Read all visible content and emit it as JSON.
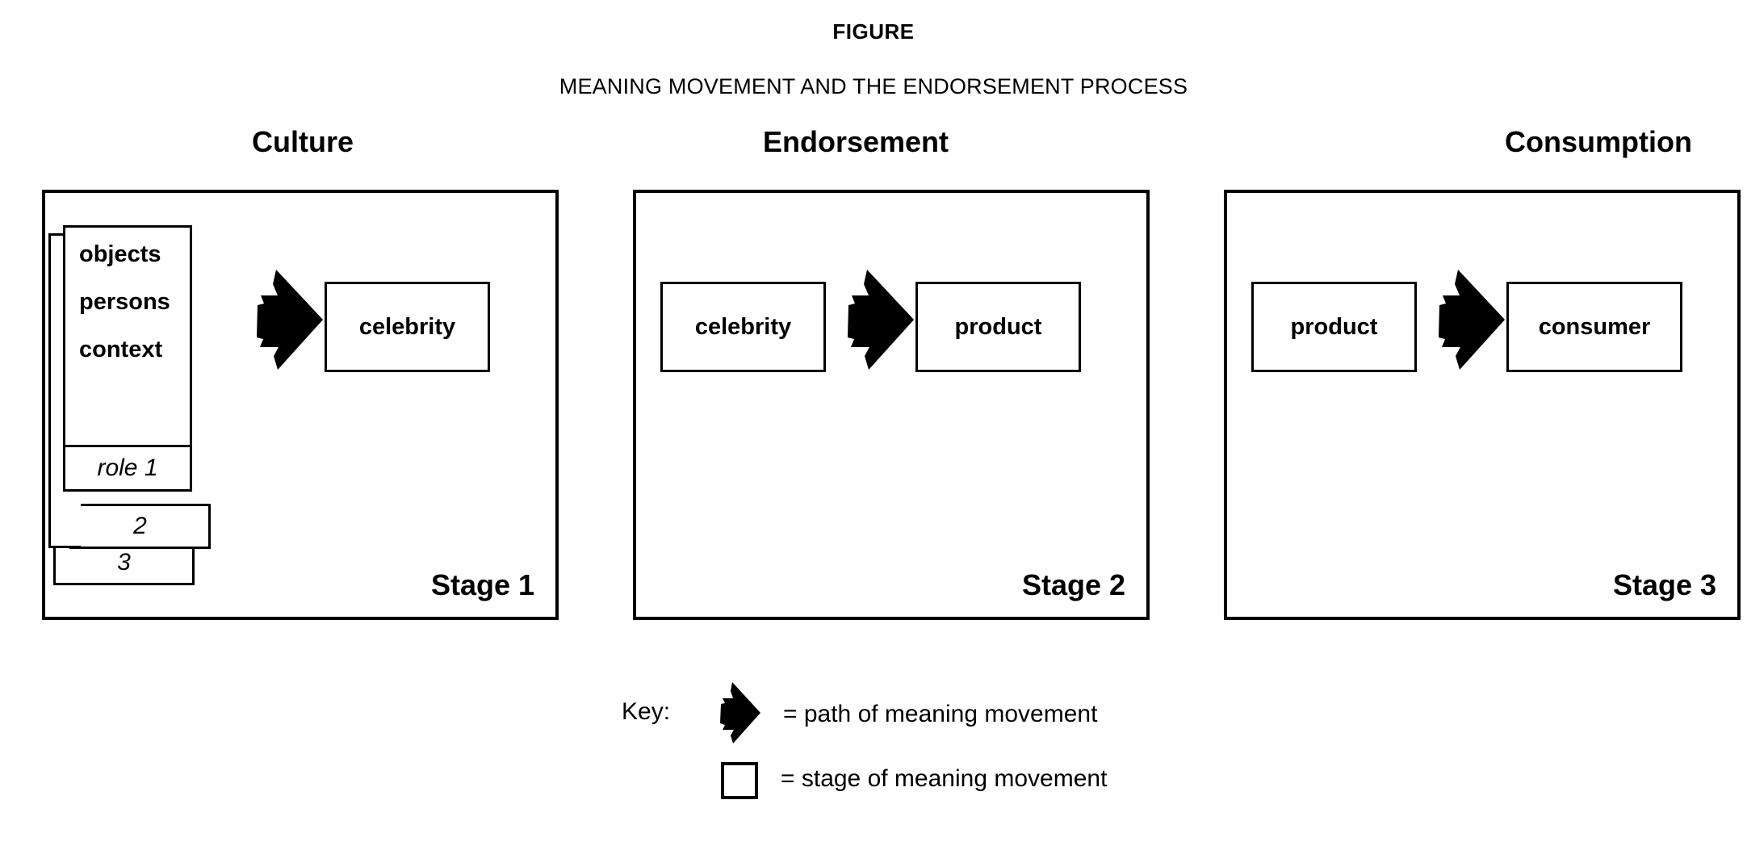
{
  "figure": {
    "title": "FIGURE",
    "subtitle": "MEANING MOVEMENT AND THE ENDORSEMENT PROCESS"
  },
  "panels": [
    {
      "heading": "Culture",
      "stage_label": "Stage 1",
      "culture_source": {
        "items": [
          "objects",
          "persons",
          "context"
        ],
        "role_1": "role 1",
        "role_2": "2",
        "role_3": "3"
      },
      "target_box": "celebrity",
      "arrow": "path-of-meaning-movement"
    },
    {
      "heading": "Endorsement",
      "stage_label": "Stage 2",
      "source_box": "celebrity",
      "target_box": "product",
      "arrow": "path-of-meaning-movement"
    },
    {
      "heading": "Consumption",
      "stage_label": "Stage 3",
      "source_box": "product",
      "target_box": "consumer",
      "arrow": "path-of-meaning-movement"
    }
  ],
  "key": {
    "label": "Key:",
    "entries": [
      {
        "icon": "solid-arrow-icon",
        "text": "= path of meaning movement"
      },
      {
        "icon": "outline-square-icon",
        "text": "= stage of meaning movement"
      }
    ]
  },
  "colors": {
    "ink": "#000000",
    "paper": "#ffffff"
  }
}
